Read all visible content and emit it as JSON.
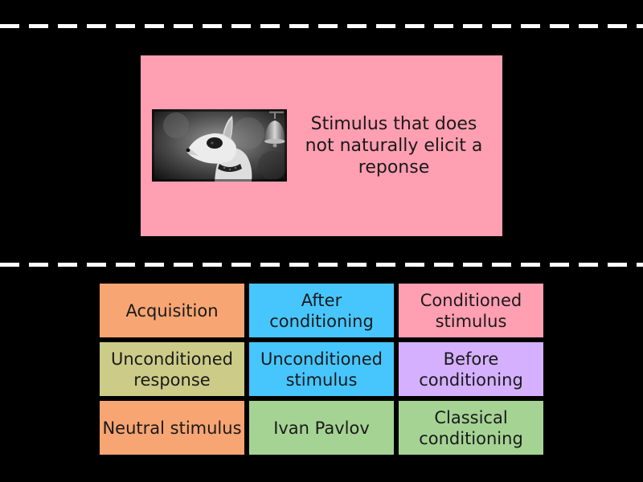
{
  "prompt": {
    "text": "Stimulus that does not naturally elicit a reponse",
    "image": "dog-with-bell-photo"
  },
  "tiles": [
    {
      "label": "Acquisition",
      "color": "#f7a573"
    },
    {
      "label": "After conditioning",
      "color": "#47c6fe"
    },
    {
      "label": "Conditioned stimulus",
      "color": "#ff9fb1"
    },
    {
      "label": "Unconditioned response",
      "color": "#cccc88"
    },
    {
      "label": "Unconditioned stimulus",
      "color": "#47c6fe"
    },
    {
      "label": "Before conditioning",
      "color": "#d4b0ff"
    },
    {
      "label": "Neutral stimulus",
      "color": "#f7a573"
    },
    {
      "label": "Ivan Pavlov",
      "color": "#a5d394"
    },
    {
      "label": "Classical conditioning",
      "color": "#a5d394"
    }
  ],
  "colors": {
    "background": "#000000",
    "card": "#ff9fb1",
    "dash": "#ffffff"
  }
}
